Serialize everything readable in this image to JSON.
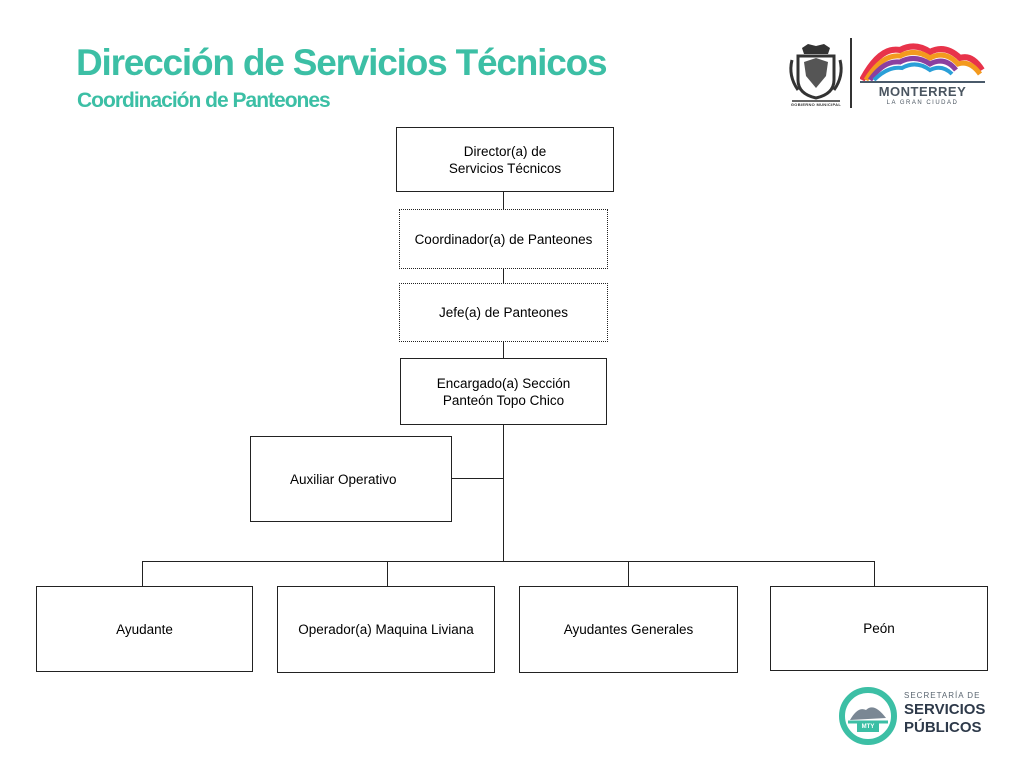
{
  "header": {
    "title": "Dirección de Servicios Técnicos",
    "subtitle": "Coordinación de Panteones"
  },
  "logos": {
    "gobierno_caption": "GOBIERNO MUNICIPAL",
    "monterrey_name": "MONTERREY",
    "monterrey_tagline": "LA GRAN CIUDAD",
    "sp_line1": "SECRETARÍA DE",
    "sp_line2": "SERVICIOS",
    "sp_line3": "PÚBLICOS",
    "sp_badge": "MTY"
  },
  "org_chart": {
    "director": "Director(a) de\nServicios Técnicos",
    "coordinador": "Coordinador(a) de Panteones",
    "jefe": "Jefe(a) de Panteones",
    "encargado": "Encargado(a) Sección\n Panteón Topo Chico",
    "auxiliar": "Auxiliar Operativo",
    "subordinates": [
      "Ayudante",
      "Operador(a) Maquina Liviana",
      "Ayudantes Generales",
      "Peón"
    ]
  },
  "colors": {
    "title": "#3cbfa5",
    "brand_teal": "#3cbfa5",
    "brand_navy": "#2e3a4a"
  }
}
